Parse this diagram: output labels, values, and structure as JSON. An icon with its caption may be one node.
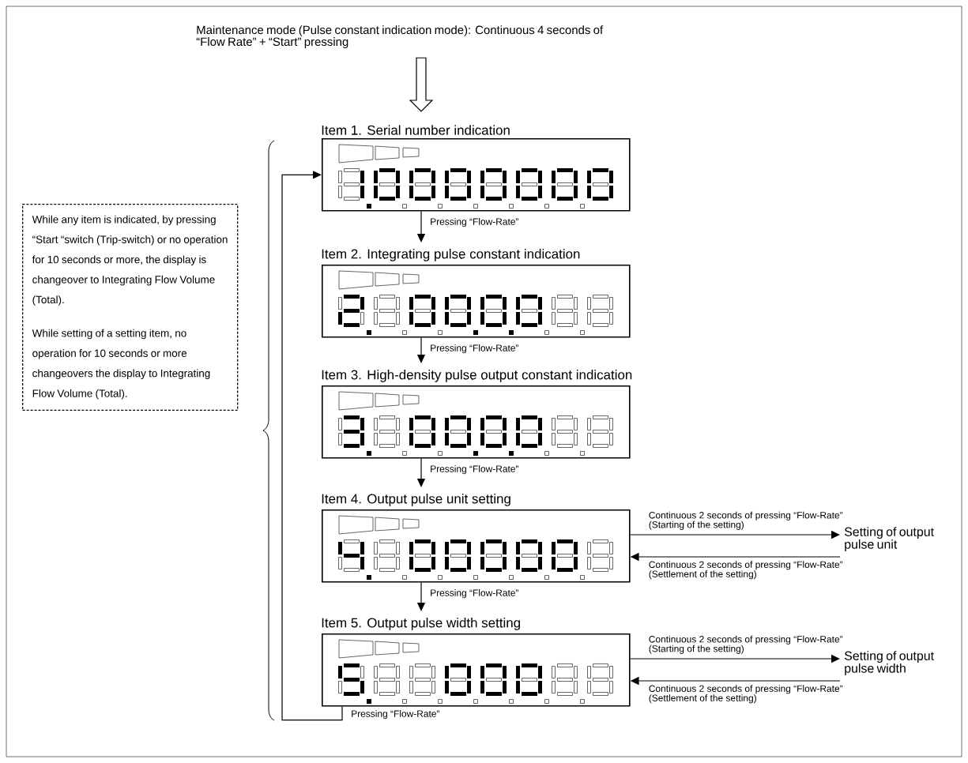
{
  "diagram": {
    "nodes": [
      {
        "text": [
          "Maintenance mode (Pulse constant indication mode): Continuous 4 seconds of “Flow Rate” + “Start” pressing"
        ]
      },
      {
        "text": [
          "Item 1. Serial number indication"
        ]
      },
      {
        "text": [
          "Item 2. Integrating pulse constant indication"
        ]
      },
      {
        "text": [
          "Item 3. High-density pulse output constant indication"
        ]
      },
      {
        "text": [
          "Item 4. Output pulse unit setting"
        ]
      },
      {
        "text": [
          "Item 5. Output pulse width setting"
        ]
      },
      {
        "text": [
          "Setting of output pulse unit"
        ]
      },
      {
        "text": [
          "Setting of output pulse width"
        ]
      },
      {
        "text": [
          "While any item is indicated, by pressing “Start “switch (Trip-switch) or no operation for 10 seconds or more, the display is changeover to Integrating Flow Volume (Total).",
          "While setting of a setting item, no operation for 10 seconds or more changeovers the display to Integrating Flow Volume (Total)."
        ]
      }
    ],
    "edges": [
      {
        "from": 0,
        "to": 1,
        "arrow": "to",
        "style": "thick"
      },
      {
        "from": 1,
        "to": 2,
        "arrow": "to",
        "label": "Pressing “Flow-Rate”"
      },
      {
        "from": 2,
        "to": 3,
        "arrow": "to",
        "label": "Pressing “Flow-Rate”"
      },
      {
        "from": 3,
        "to": 4,
        "arrow": "to",
        "label": "Pressing “Flow-Rate”"
      },
      {
        "from": 4,
        "to": 5,
        "arrow": "to",
        "label": "Pressing “Flow-Rate”"
      },
      {
        "from": 5,
        "to": 1,
        "arrow": "to",
        "label": "Pressing “Flow-Rate”"
      },
      {
        "from": 4,
        "to": 6,
        "arrow": "to",
        "label": "Continuous 2 seconds of pressing “Flow-Rate” (Starting of the setting)"
      },
      {
        "from": 6,
        "to": 4,
        "arrow": "to",
        "label": "Continuous 2 seconds of pressing “Flow-Rate” (Settlement of the setting)"
      },
      {
        "from": 5,
        "to": 7,
        "arrow": "to",
        "label": "Continuous 2 seconds of pressing “Flow-Rate” (Starting of the setting)"
      },
      {
        "from": 7,
        "to": 5,
        "arrow": "to",
        "label": "Continuous 2 seconds of pressing “Flow-Rate” (Settlement of the setting)"
      }
    ]
  }
}
